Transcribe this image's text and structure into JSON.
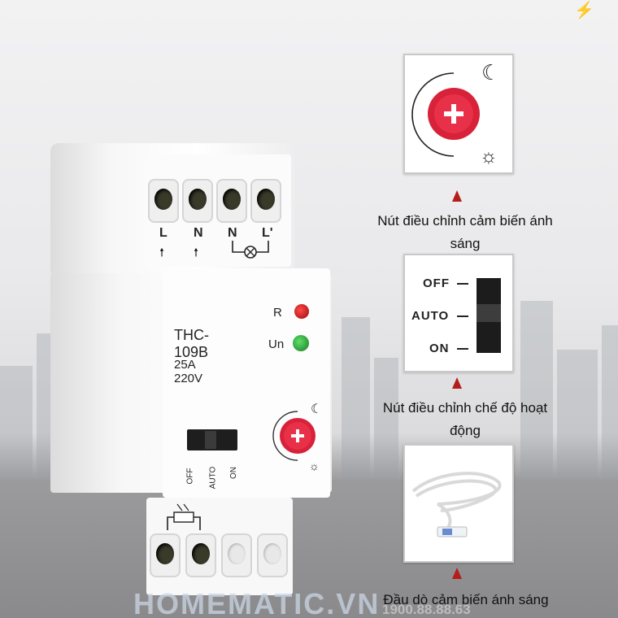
{
  "device": {
    "terminals_top": [
      "L",
      "N",
      "N",
      "L'"
    ],
    "led_r": "R",
    "led_un": "Un",
    "model": "THC-109B",
    "rating": "25A 220V",
    "switch_positions": [
      "OFF",
      "AUTO",
      "ON"
    ]
  },
  "callouts": {
    "knob_caption": "Nút điều chỉnh cảm biến ánh sáng",
    "mode_caption": "Nút điều chỉnh chế độ hoạt động",
    "mode_switch": [
      "OFF",
      "AUTO",
      "ON"
    ],
    "sensor_caption": "Đầu dò cảm biến ánh sáng"
  },
  "watermark": {
    "brand": "HOMEMATIC.VN",
    "phone": "1900.88.88.63"
  },
  "colors": {
    "accent_red": "#d8223a",
    "led_red": "#c01010",
    "led_green": "#25a033"
  }
}
